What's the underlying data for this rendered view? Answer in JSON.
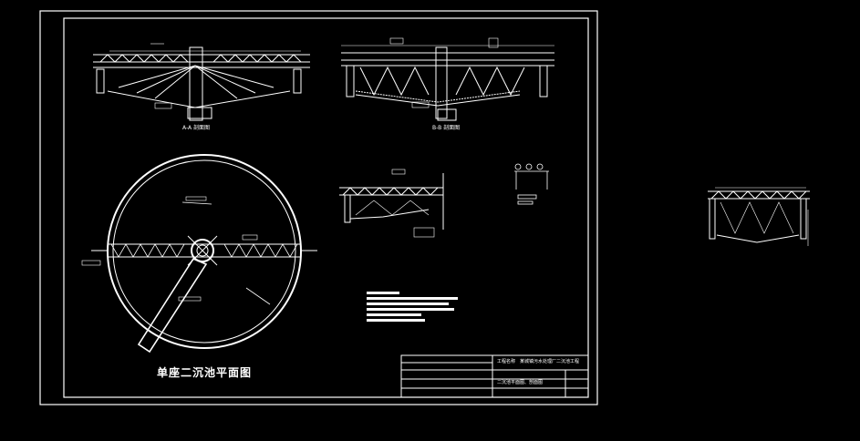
{
  "drawing": {
    "plan_title": "单座二沉池平面图",
    "section_a_label": "A-A 剖面图",
    "section_b_label": "B-B 剖面图",
    "title_block": {
      "row1": "工程名称",
      "row1_value": "某城镇污水处理厂二沉池工程",
      "row2": "二沉池平面图、剖面图"
    }
  },
  "colors": {
    "background": "#000000",
    "lines": "#ffffff"
  }
}
